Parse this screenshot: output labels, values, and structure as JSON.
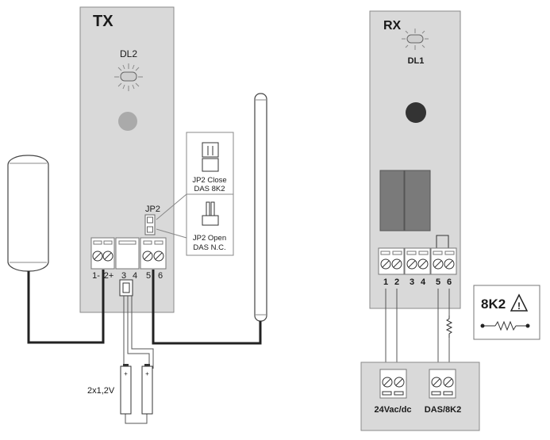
{
  "tx": {
    "title": "TX",
    "led_label": "DL2",
    "jumper_label": "JP2",
    "jp2_close_line1": "JP2 Close",
    "jp2_close_line2": "DAS 8K2",
    "jp2_open_line1": "JP2 Open",
    "jp2_open_line2": "DAS N.C.",
    "terminals": [
      "1-",
      "2+",
      "3",
      "4",
      "5",
      "6"
    ],
    "battery_label": "2x1,2V",
    "battery_polarity": "+"
  },
  "rx": {
    "title": "RX",
    "led_label": "DL1",
    "terminals": [
      "1",
      "2",
      "3",
      "4",
      "5",
      "6"
    ]
  },
  "resistor_badge": {
    "value": "8K2",
    "warning_symbol": "!"
  },
  "controller": {
    "power_label": "24Vac/dc",
    "das_label": "DAS/8K2"
  },
  "colors": {
    "housing": "#d9d9d9",
    "outline": "#8a8a8a",
    "wire": "#222222",
    "lens_tx": "#aaaaaa",
    "lens_rx": "#333333",
    "relay": "#7a7a7a"
  }
}
